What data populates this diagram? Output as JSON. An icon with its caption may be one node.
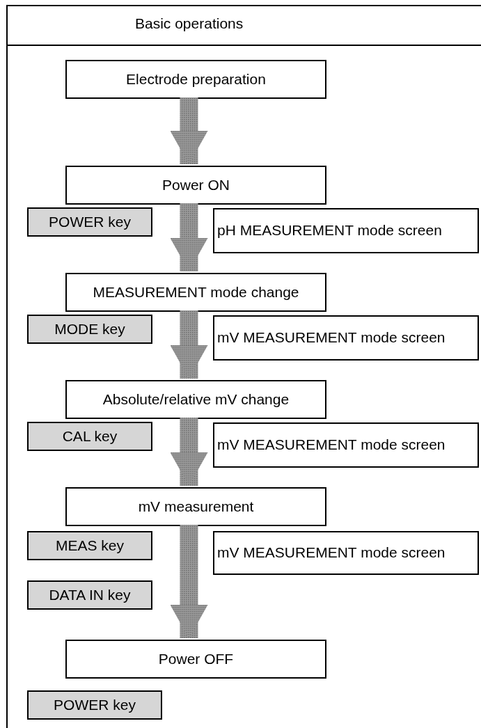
{
  "diagram": {
    "nodes": [
      {
        "text": [
          "Basic operations"
        ]
      },
      {
        "text": [
          "Electrode preparation"
        ],
        "in": 0
      },
      {
        "text": [
          "Power ON"
        ],
        "in": 0
      },
      {
        "text": [
          "POWER key"
        ],
        "in": 0
      },
      {
        "text": [
          "pH MEASUREMENT mode screen"
        ],
        "in": 0
      },
      {
        "text": [
          "MEASUREMENT mode change"
        ],
        "in": 0
      },
      {
        "text": [
          "MODE key"
        ],
        "in": 0
      },
      {
        "text": [
          "mV MEASUREMENT mode screen"
        ],
        "in": 0
      },
      {
        "text": [
          "Absolute/relative mV change"
        ],
        "in": 0
      },
      {
        "text": [
          "CAL key"
        ],
        "in": 0
      },
      {
        "text": [
          "mV MEASUREMENT mode screen"
        ],
        "in": 0
      },
      {
        "text": [
          "mV measurement"
        ],
        "in": 0
      },
      {
        "text": [
          "MEAS key"
        ],
        "in": 0
      },
      {
        "text": [
          "mV MEASUREMENT mode screen"
        ],
        "in": 0
      },
      {
        "text": [
          "DATA IN key"
        ],
        "in": 0
      },
      {
        "text": [
          "Power OFF"
        ],
        "in": 0
      },
      {
        "text": [
          "POWER key"
        ],
        "in": 0
      }
    ],
    "edges": [
      {
        "from": 1,
        "to": 2,
        "arrow": "to",
        "style": "thick"
      },
      {
        "from": 2,
        "to": 5,
        "arrow": "to",
        "style": "thick"
      },
      {
        "from": 5,
        "to": 8,
        "arrow": "to",
        "style": "thick"
      },
      {
        "from": 8,
        "to": 11,
        "arrow": "to",
        "style": "thick"
      },
      {
        "from": 11,
        "to": 15,
        "arrow": "to",
        "style": "thick"
      }
    ]
  }
}
